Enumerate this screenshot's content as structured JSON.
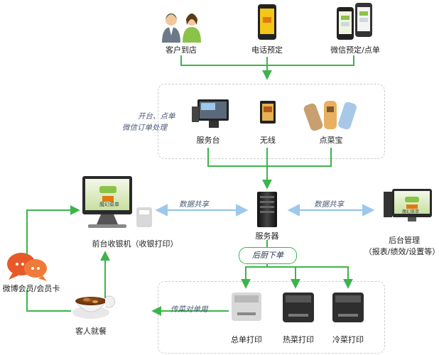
{
  "sources": {
    "walk_in": "客户到店",
    "phone": "电话预定",
    "wechat": "微信预定/点单"
  },
  "ordering": {
    "caption_line1": "开台、点单",
    "caption_line2": "微信订单处理",
    "service_desk": "服务台",
    "wireless": "无线",
    "ordering_device": "点菜宝"
  },
  "center": {
    "front_cashier": "前台收银机（收银打印）",
    "server": "服务器",
    "backend_line1": "后台管理",
    "backend_line2": "（报表/绩效/设置等）",
    "data_share_left": "数据共享",
    "data_share_right": "数据共享",
    "kitchen_order": "后厨下单",
    "screen_brand": "魔幻菜单"
  },
  "printing": {
    "serving_checklist": "传菜对单用",
    "total_print": "总单打印",
    "hot_print": "热菜打印",
    "cold_print": "冷菜打印"
  },
  "customer": {
    "member": "微博会员/会员卡",
    "dining": "客人就餐"
  },
  "colors": {
    "flow_arrow": "#3cb44a",
    "share_arrow": "#9cc8ec",
    "dashed_box": "#c8ccd4"
  }
}
